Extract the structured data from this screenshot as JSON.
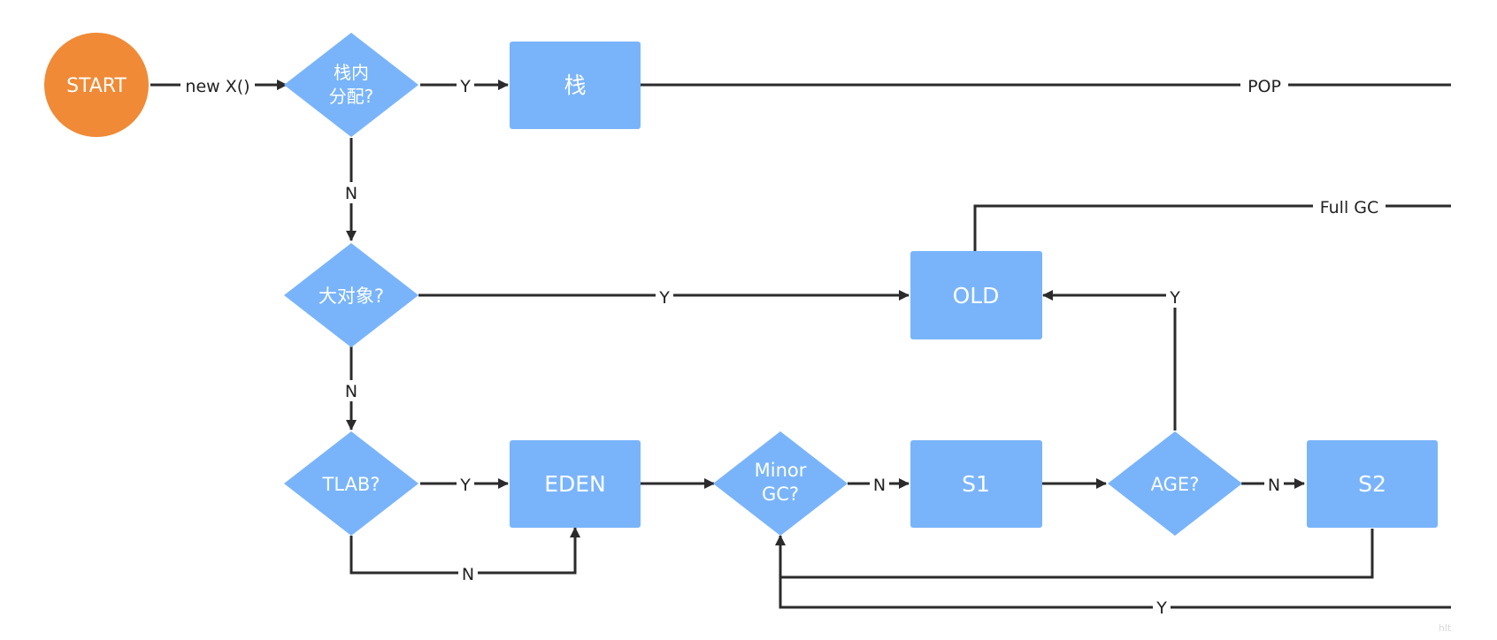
{
  "colors": {
    "node_fill": "#79b4fb",
    "start_fill": "#f08a36",
    "line": "#2b2b2b",
    "text_on_node": "#ffffff",
    "edge_label_text": "#222222",
    "background": "#ffffff"
  },
  "nodes": {
    "start": "START",
    "stack_alloc_q": [
      "栈内",
      "分配?"
    ],
    "stack": "栈",
    "big_object_q": "大对象?",
    "old": "OLD",
    "tlab_q": "TLAB?",
    "eden": "EDEN",
    "minor_gc_q": [
      "Minor",
      "GC?"
    ],
    "s1": "S1",
    "age_q": "AGE?",
    "s2": "S2"
  },
  "edge_labels": {
    "new": "new X()",
    "stack_yes": "Y",
    "pop": "POP",
    "stack_no": "N",
    "big_yes": "Y",
    "full_gc": "Full GC",
    "big_no": "N",
    "tlab_yes": "Y",
    "tlab_no": "N",
    "minor_no": "N",
    "age_yes": "Y",
    "age_no": "N",
    "minor_yes": "Y"
  },
  "watermark": "hlt"
}
